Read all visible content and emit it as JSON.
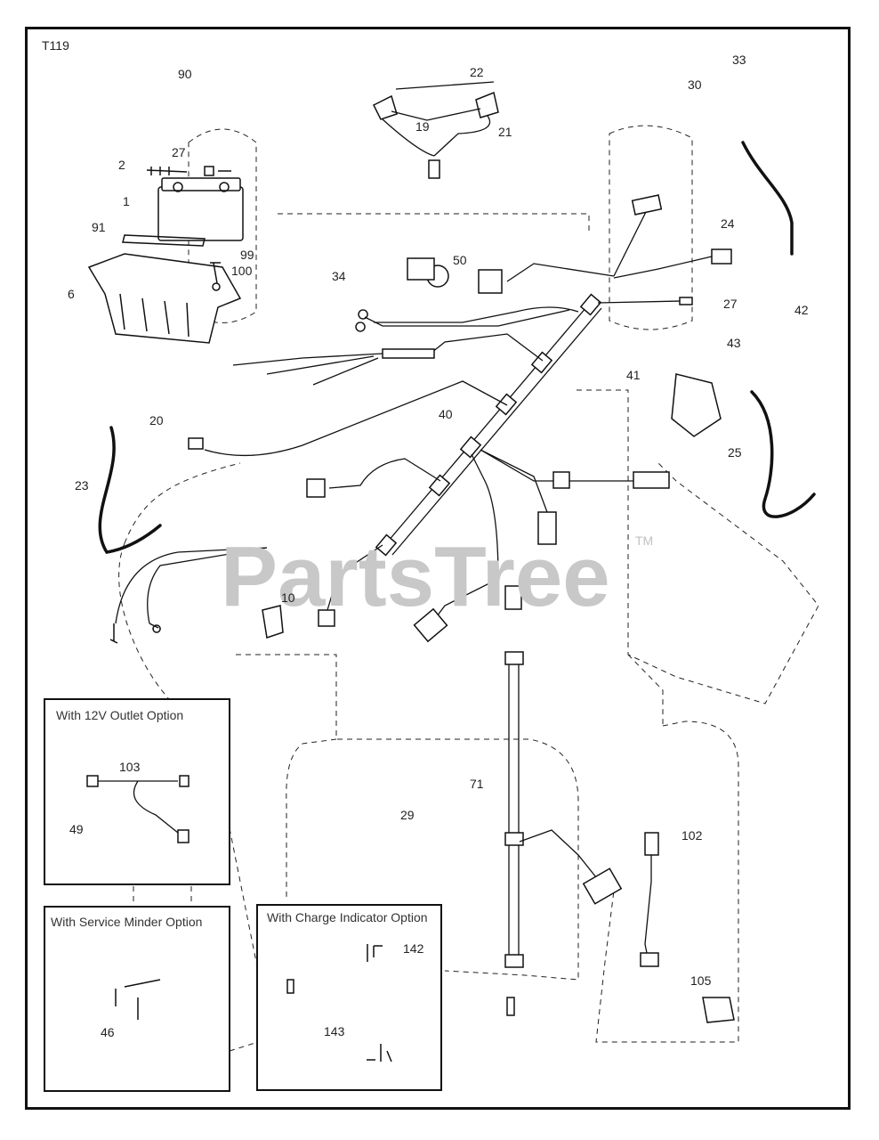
{
  "diagram": {
    "figure_id": "T119",
    "watermark": "PartsTree",
    "watermark_tm": "TM",
    "callouts": {
      "c90": "90",
      "c22": "22",
      "c33": "33",
      "c30": "30",
      "c19": "19",
      "c21": "21",
      "c27a": "27",
      "c2": "2",
      "c1": "1",
      "c91": "91",
      "c99": "99",
      "c100": "100",
      "c6": "6",
      "c50": "50",
      "c34": "34",
      "c24": "24",
      "c27b": "27",
      "c42": "42",
      "c43": "43",
      "c41": "41",
      "c20": "20",
      "c40": "40",
      "c25": "25",
      "c23": "23",
      "c10": "10",
      "c71": "71",
      "c29": "29",
      "c102": "102",
      "c103": "103",
      "c49": "49",
      "c46": "46",
      "c142": "142",
      "c143": "143",
      "c105": "105"
    },
    "options": {
      "outlet_title": "With 12V Outlet Option",
      "service_title": "With Service Minder Option",
      "charge_title": "With Charge Indicator Option"
    }
  }
}
